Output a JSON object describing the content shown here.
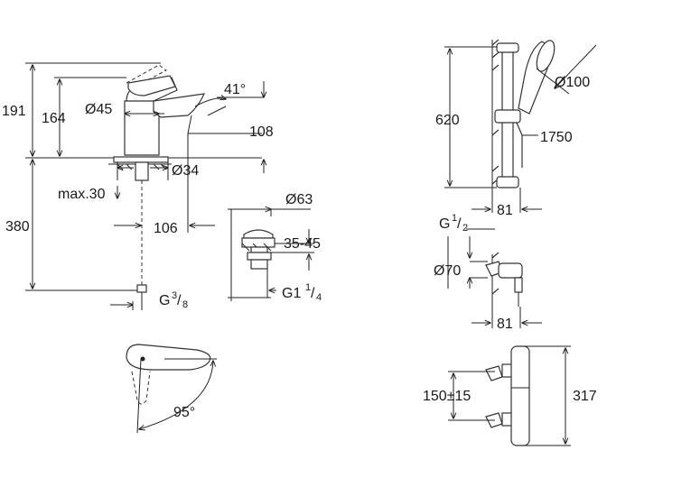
{
  "labels": {
    "d191": "191",
    "d164": "164",
    "d45": "Ø45",
    "d41": "41°",
    "d108": "108",
    "d34": "Ø34",
    "max30": "max.30",
    "d380": "380",
    "d106": "106",
    "g38_g": "G",
    "g38_num": "3",
    "g38_den": "8",
    "d63": "Ø63",
    "d3545": "35-45",
    "g114_g": "G1",
    "g114_num": "1",
    "g114_den": "4",
    "d95": "95°",
    "d620": "620",
    "d100": "Ø100",
    "d1750": "1750",
    "d81a": "81",
    "g12_g": "G",
    "g12_num": "1",
    "g12_den": "2",
    "d70": "Ø70",
    "d81b": "81",
    "d150": "150±15",
    "d317": "317"
  },
  "colors": {
    "line": "#222222",
    "background": "#ffffff"
  }
}
